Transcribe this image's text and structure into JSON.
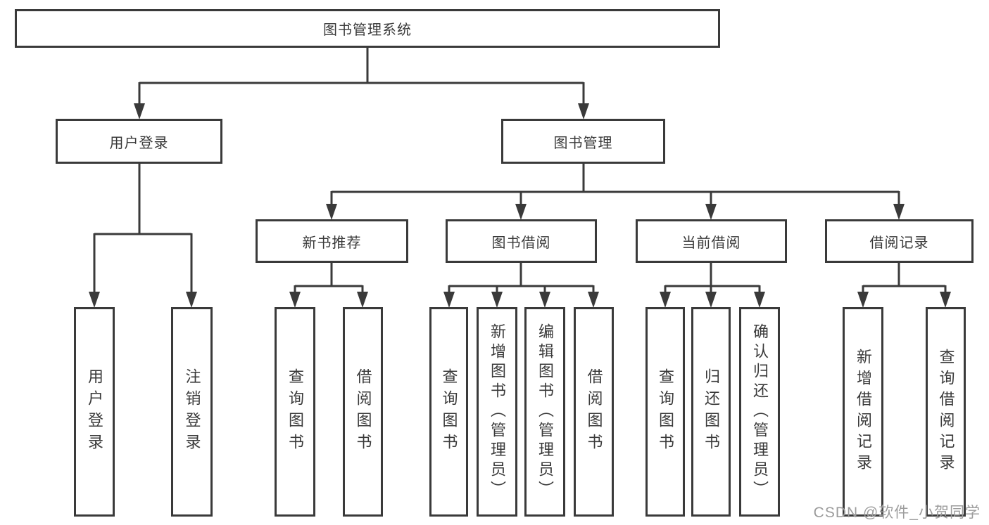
{
  "diagram": {
    "type": "functional-structure-tree",
    "tree": {
      "label": "图书管理系统",
      "children": [
        {
          "label": "用户登录",
          "children": [
            {
              "label": "用户登录"
            },
            {
              "label": "注销登录"
            }
          ]
        },
        {
          "label": "图书管理",
          "children": [
            {
              "label": "新书推荐",
              "children": [
                {
                  "label": "查询图书"
                },
                {
                  "label": "借阅图书"
                }
              ]
            },
            {
              "label": "图书借阅",
              "children": [
                {
                  "label": "查询图书"
                },
                {
                  "label": "新增图书（管理员）"
                },
                {
                  "label": "编辑图书（管理员）"
                },
                {
                  "label": "借阅图书"
                }
              ]
            },
            {
              "label": "当前借阅",
              "children": [
                {
                  "label": "查询图书"
                },
                {
                  "label": "归还图书"
                },
                {
                  "label": "确认归还（管理员）"
                }
              ]
            },
            {
              "label": "借阅记录",
              "children": [
                {
                  "label": "新增借阅记录"
                },
                {
                  "label": "查询借阅记录"
                }
              ]
            }
          ]
        }
      ]
    },
    "colors": {
      "line": "#3a3a3a",
      "text": "#3a3a3a",
      "box_fill": "#ffffff",
      "watermark": "#9c9c9c"
    }
  },
  "watermark": "CSDN @软件_小贺同学"
}
